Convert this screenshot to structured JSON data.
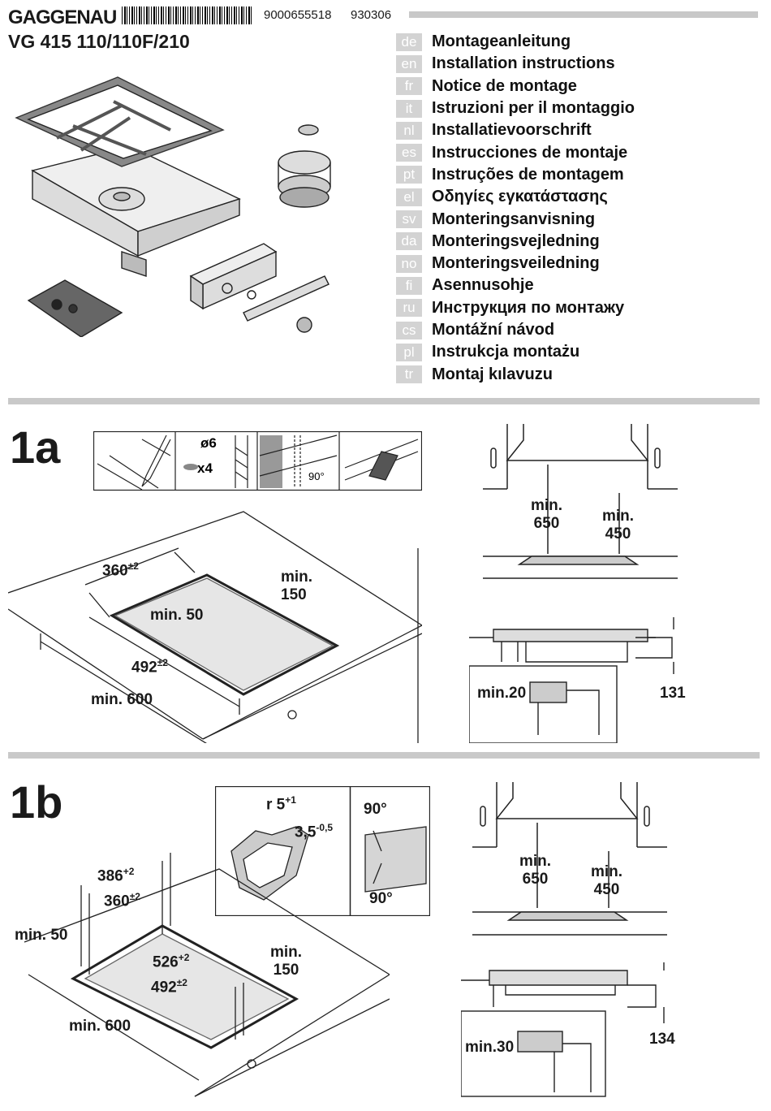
{
  "header": {
    "brand": "GAGGENAU",
    "barcode_number": "9000655518",
    "doc_code": "930306",
    "model": "VG 415 110/110F/210"
  },
  "languages": [
    {
      "code": "de",
      "title": "Montageanleitung"
    },
    {
      "code": "en",
      "title": "Installation instructions"
    },
    {
      "code": "fr",
      "title": "Notice de montage"
    },
    {
      "code": "it",
      "title": "Istruzioni per il montaggio"
    },
    {
      "code": "nl",
      "title": "Installatievoorschrift"
    },
    {
      "code": "es",
      "title": "Instrucciones de montaje"
    },
    {
      "code": "pt",
      "title": "Instruções de montagem"
    },
    {
      "code": "el",
      "title": "Οδηγίες εγκατάστασης"
    },
    {
      "code": "sv",
      "title": "Monteringsanvisning"
    },
    {
      "code": "da",
      "title": "Monteringsvejledning"
    },
    {
      "code": "no",
      "title": "Monteringsveiledning"
    },
    {
      "code": "fi",
      "title": "Asennusohje"
    },
    {
      "code": "ru",
      "title": "Инструкция по монтажу"
    },
    {
      "code": "cs",
      "title": "Montážní návod"
    },
    {
      "code": "pl",
      "title": "Instrukcja montażu"
    },
    {
      "code": "tr",
      "title": "Montaj kılavuzu"
    }
  ],
  "section_1a": {
    "label": "1a",
    "tools": {
      "drill": "ø6",
      "count": "x4",
      "angle": "90°"
    },
    "cutout": {
      "width": "360",
      "width_tol": "±2",
      "depth": "492",
      "depth_tol": "±2",
      "front_min": "min. 50",
      "back_min_a": "min.",
      "back_min_b": "150",
      "worktop_min": "min. 600"
    },
    "hood": {
      "min_a": "min.",
      "v1": "650",
      "min_b": "min.",
      "v2": "450"
    },
    "section": {
      "min_thickness": "min.20",
      "height": "131"
    }
  },
  "section_1b": {
    "label": "1b",
    "detail": {
      "radius": "r 5",
      "radius_tol": "+1",
      "depth": "3,5",
      "depth_tol": "-0,5",
      "angle_top": "90°",
      "angle_bottom": "90°"
    },
    "cutout": {
      "outer_width": "386",
      "outer_width_tol": "+2",
      "width": "360",
      "width_tol": "±2",
      "outer_depth": "526",
      "outer_depth_tol": "+2",
      "depth": "492",
      "depth_tol": "±2",
      "front_min": "min. 50",
      "back_min_a": "min.",
      "back_min_b": "150",
      "worktop_min": "min. 600"
    },
    "hood": {
      "min_a": "min.",
      "v1": "650",
      "min_b": "min.",
      "v2": "450"
    },
    "section": {
      "min_thickness": "min.30",
      "height": "134"
    }
  }
}
